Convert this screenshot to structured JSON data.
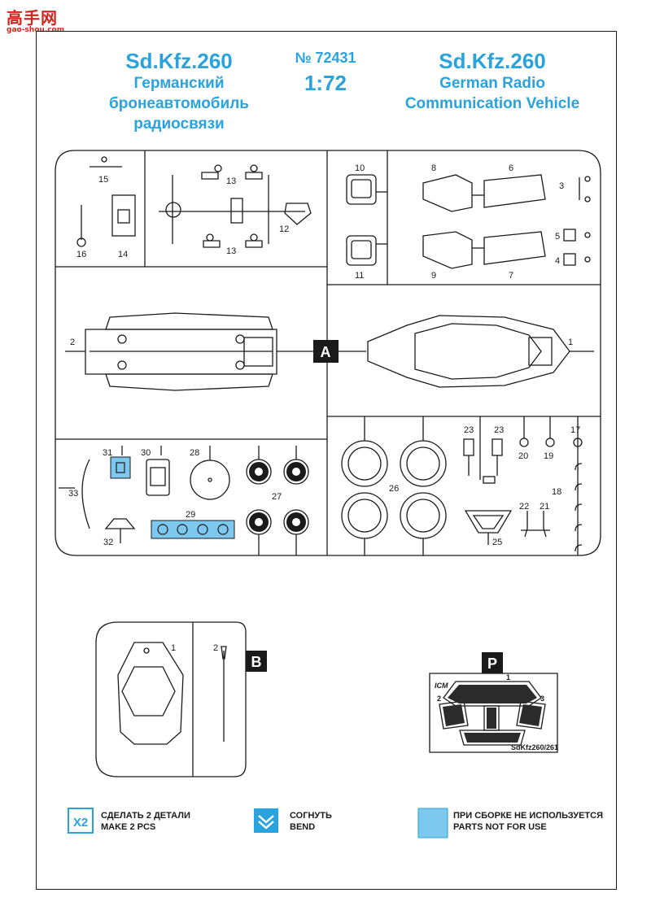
{
  "watermark": {
    "chars": "高手网",
    "url": "gao-shou.com"
  },
  "header": {
    "left_model": "Sd.Kfz.260",
    "left_line1": "Германский",
    "left_line2": "бронеавтомобиль",
    "left_line3": "радиосвязи",
    "catalog_number": "№ 72431",
    "scale": "1:72",
    "right_model": "Sd.Kfz.260",
    "right_line1": "German Radio",
    "right_line2": "Communication Vehicle"
  },
  "sprue_a": {
    "letter": "A",
    "part_numbers": [
      "15",
      "13",
      "13",
      "12",
      "14",
      "16",
      "10",
      "11",
      "8",
      "6",
      "3",
      "5",
      "4",
      "9",
      "7",
      "2",
      "1",
      "31",
      "30",
      "28",
      "27",
      "33",
      "29",
      "32",
      "26",
      "23",
      "23",
      "17",
      "20",
      "19",
      "18",
      "22",
      "21",
      "25"
    ]
  },
  "sprue_b": {
    "letter": "B",
    "part_numbers": [
      "1",
      "2"
    ]
  },
  "etch_p": {
    "letter": "P",
    "part_numbers": [
      "1",
      "2",
      "3"
    ],
    "code": "SdKfz260/261",
    "logo": "ICM"
  },
  "legend": {
    "x2_icon": "X2",
    "x2_ru": "СДЕЛАТЬ  2 ДЕТАЛИ",
    "x2_en": "MAKE 2 PCS",
    "bend_ru": "СОГНУТЬ",
    "bend_en": "BEND",
    "unused_ru": "ПРИ СБОРКЕ НЕ ИСПОЛЬЗУЕТСЯ",
    "unused_en": "PARTS NOT FOR USE"
  },
  "colors": {
    "accent": "#29a3dd",
    "unused_fill": "#7dc8ee",
    "watermark": "#d0261e",
    "ink": "#1a1a1a"
  }
}
